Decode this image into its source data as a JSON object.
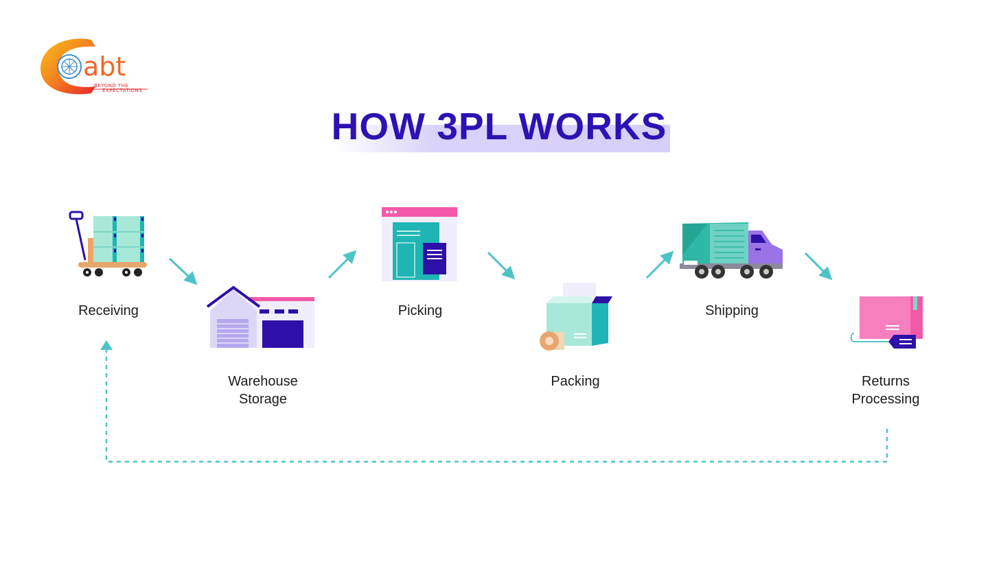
{
  "logo": {
    "letters": "abt",
    "tagline_line1": "BEYOND THE",
    "tagline_line2": "EXPECTATIONS"
  },
  "title": "HOW 3PL WORKS",
  "steps": [
    {
      "label": "Receiving",
      "icon": "pallet-jack-icon"
    },
    {
      "label": "Warehouse Storage",
      "label_lines": [
        "Warehouse",
        "Storage"
      ],
      "icon": "warehouse-icon"
    },
    {
      "label": "Picking",
      "icon": "picking-list-icon"
    },
    {
      "label": "Packing",
      "icon": "open-box-icon"
    },
    {
      "label": "Shipping",
      "icon": "delivery-truck-icon"
    },
    {
      "label": "Returns Processing",
      "label_lines": [
        "Returns",
        "Processing"
      ],
      "icon": "return-package-icon"
    }
  ],
  "colors": {
    "title": "#2e11b3",
    "highlight": "#d6cffa",
    "teal": "#1fb5b5",
    "purple": "#2e0fa8",
    "pink": "#f25aa8",
    "arrow": "#4ec3c6"
  }
}
